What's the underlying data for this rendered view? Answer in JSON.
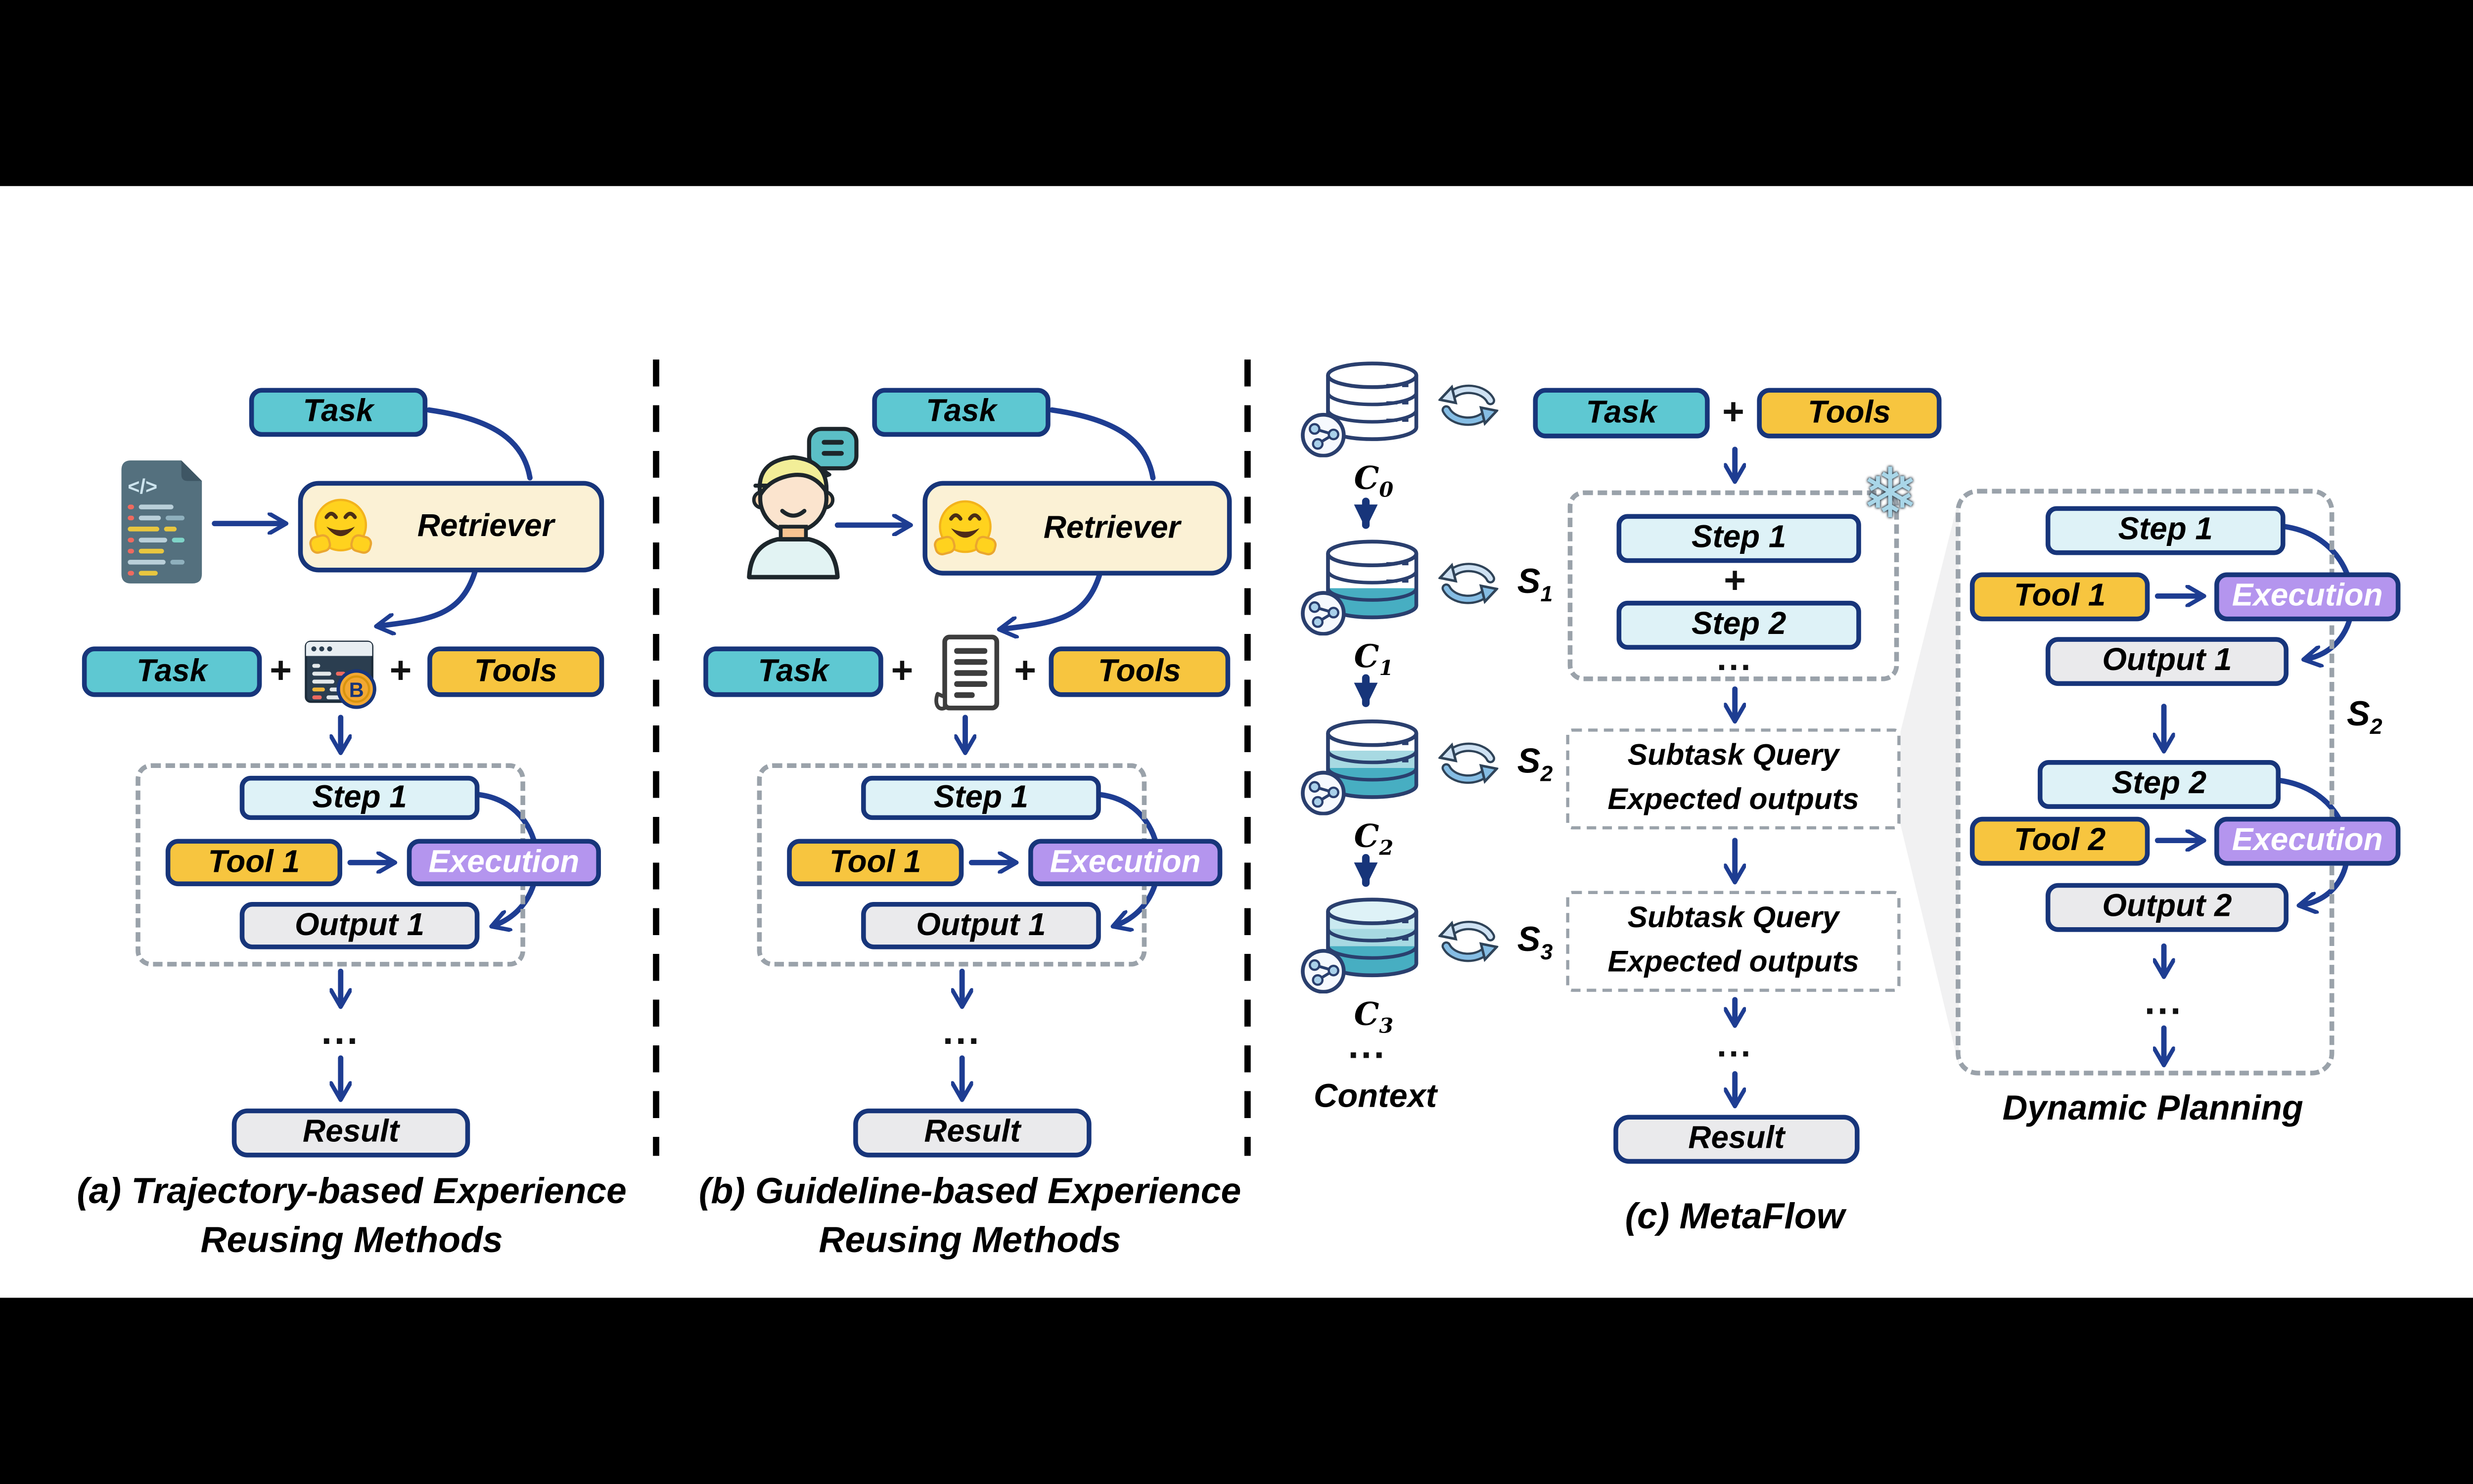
{
  "symbols": {
    "plus": "+",
    "ellipsis": "...",
    "snowflake": "❄",
    "bitcoin_glyph": "B",
    "code_glyph": "</>"
  },
  "colors": {
    "task_teal": "#5ec8d2",
    "tools_yellow": "#f7c53f",
    "retriever_cream": "#fbf1d5",
    "step_lightblue": "#def2f7",
    "execution_purple": "#b495ee",
    "output_gray": "#eaeaec",
    "border_navy": "#17357a",
    "arrow_navy": "#1e3d92",
    "dashed_gray": "#9aa2aa",
    "db_teal_full": "#47aec2",
    "db_teal_mid": "#a7d9e2",
    "sync_blue_light": "#cfe2f3",
    "sync_blue": "#85bde4"
  },
  "panel_a": {
    "caption_1": "(a) Trajectory-based Experience",
    "caption_2": "Reusing Methods",
    "task_top": "Task",
    "retriever": "Retriever",
    "row": {
      "task": "Task",
      "tools": "Tools"
    },
    "flow": {
      "step1": "Step 1",
      "tool1": "Tool 1",
      "execution": "Execution",
      "output1": "Output 1"
    },
    "result": "Result"
  },
  "panel_b": {
    "caption_1": "(b) Guideline-based Experience",
    "caption_2": "Reusing Methods",
    "task_top": "Task",
    "retriever": "Retriever",
    "row": {
      "task": "Task",
      "tools": "Tools"
    },
    "flow": {
      "step1": "Step 1",
      "tool1": "Tool 1",
      "execution": "Execution",
      "output1": "Output 1"
    },
    "result": "Result"
  },
  "panel_c": {
    "caption": "(c) MetaFlow",
    "context": {
      "label": "Context",
      "stores": [
        {
          "base": "C",
          "sub": "0"
        },
        {
          "base": "C",
          "sub": "1"
        },
        {
          "base": "C",
          "sub": "2"
        },
        {
          "base": "C",
          "sub": "3"
        }
      ],
      "sync": [
        {
          "base": "S",
          "sub": "1"
        },
        {
          "base": "S",
          "sub": "2"
        },
        {
          "base": "S",
          "sub": "3"
        }
      ]
    },
    "main": {
      "task": "Task",
      "tools": "Tools",
      "plan": {
        "step1": "Step 1",
        "step2": "Step 2"
      },
      "subtask1": {
        "line1": "Subtask Query",
        "line2": "Expected outputs"
      },
      "subtask2": {
        "line1": "Subtask Query",
        "line2": "Expected outputs"
      },
      "result": "Result"
    },
    "dynamic": {
      "label": "Dynamic Planning",
      "s2": {
        "base": "S",
        "sub": "2"
      },
      "step1": "Step 1",
      "tool1": "Tool 1",
      "execution1": "Execution",
      "output1": "Output 1",
      "step2": "Step 2",
      "tool2": "Tool 2",
      "execution2": "Execution",
      "output2": "Output 2"
    }
  }
}
